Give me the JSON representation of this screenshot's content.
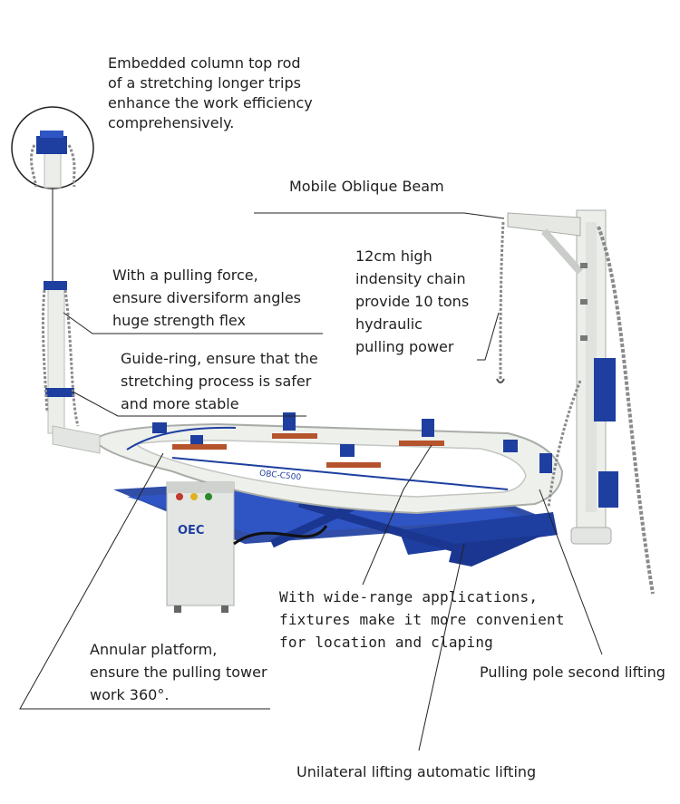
{
  "callouts": {
    "top_rod": "Embedded column top rod\nof a stretching longer trips\nenhance the work efficiency\ncomprehensively.",
    "oblique_beam": "Mobile Oblique Beam",
    "chain": "12cm high\nindensity chain\nprovide 10 tons\nhydraulic\npulling power",
    "pulling_force": "With a pulling force,\nensure diversiform angles\nhuge strength flex",
    "guide_ring": "Guide-ring, ensure that the\nstretching process is safer\nand more stable",
    "wide_range": "With wide-range applications,\nfixtures make it more convenient\nfor location and claping",
    "annular_platform": "Annular platform,\nensure the pulling tower\nwork 360°.",
    "second_lifting": "Pulling pole second lifting",
    "unilateral_lifting": "Unilateral lifting automatic lifting"
  },
  "machine": {
    "bench_label": "OBC-C500",
    "pump_brand": "OEC"
  },
  "colors": {
    "frame": "#1e3fa0",
    "bench": "#eef0ec",
    "steel": "#c9ccc8",
    "chain": "#8a8a8a",
    "leader": "#222222"
  }
}
